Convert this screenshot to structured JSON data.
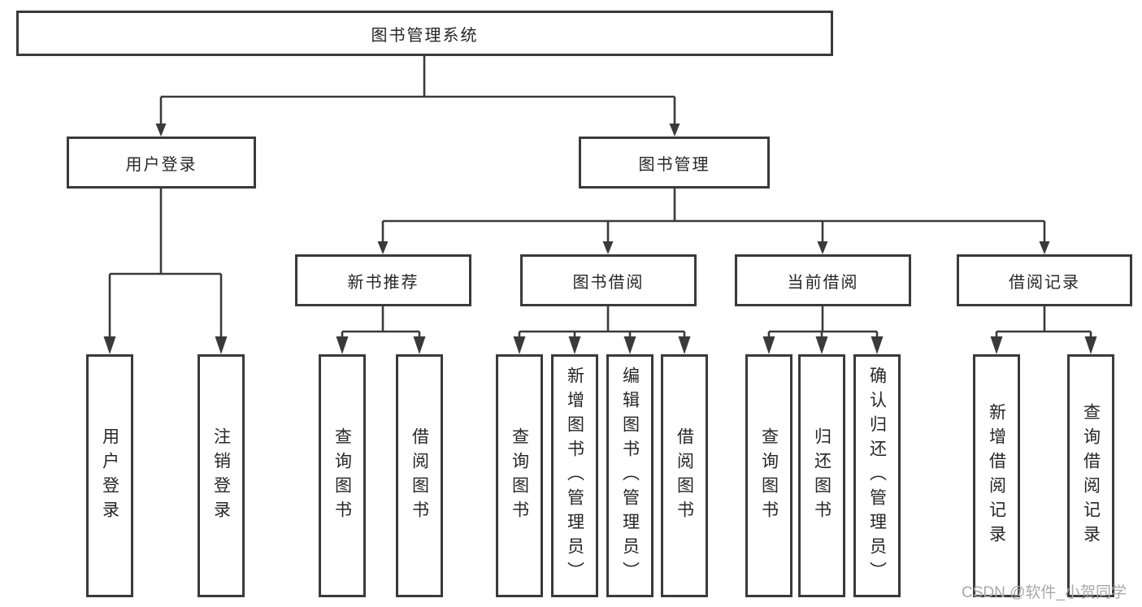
{
  "diagram": {
    "root": {
      "label": "图书管理系统"
    },
    "level2": [
      {
        "label": "用户登录"
      },
      {
        "label": "图书管理"
      }
    ],
    "level3": [
      {
        "label": "新书推荐"
      },
      {
        "label": "图书借阅"
      },
      {
        "label": "当前借阅"
      },
      {
        "label": "借阅记录"
      }
    ],
    "leaves": {
      "user_login": [
        "用户登录",
        "注销登录"
      ],
      "new_books": [
        "查询图书",
        "借阅图书"
      ],
      "book_borrow": [
        "查询图书",
        "新增图书（管理员）",
        "编辑图书（管理员）",
        "借阅图书"
      ],
      "current_borrow": [
        "查询图书",
        "归还图书",
        "确认归还（管理员）"
      ],
      "borrow_records": [
        "新增借阅记录",
        "查询借阅记录"
      ]
    }
  },
  "watermark": {
    "text": "CSDN @软件_小贺同学"
  },
  "colors": {
    "line": "#3a3a3a",
    "border": "#3a3a3a",
    "text": "#262626",
    "watermark": "#a8a8a8",
    "background": "#ffffff"
  }
}
